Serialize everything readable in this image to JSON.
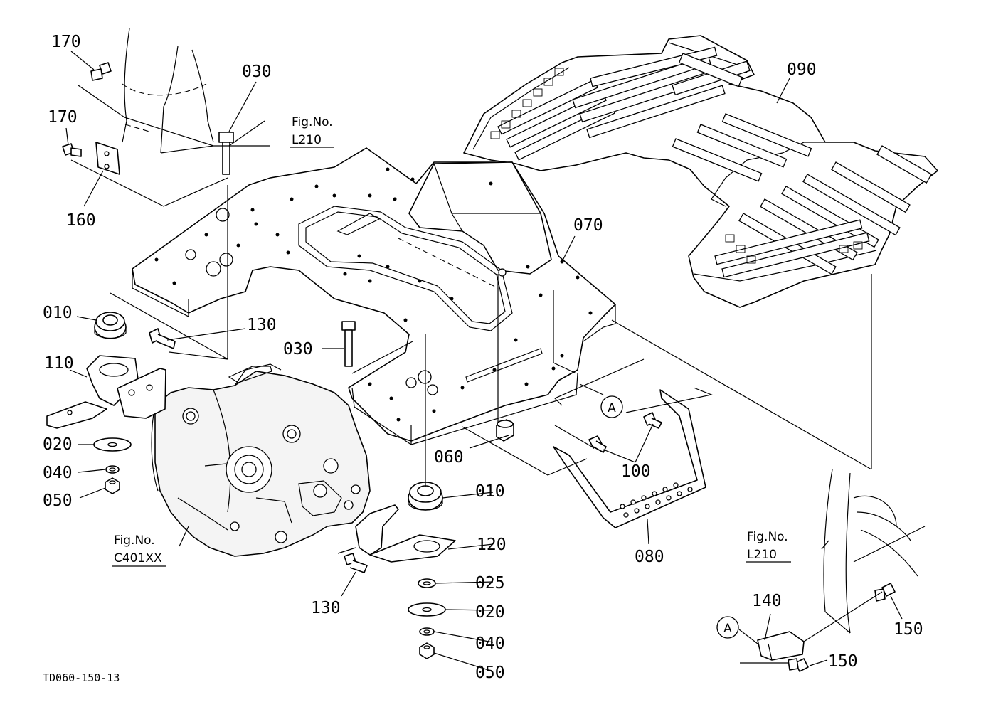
{
  "drawing": {
    "code": "TD060-150-13",
    "fig_ref_heading": "Fig.No.",
    "fig_refs": [
      {
        "id": "fig-ref-top",
        "number": "L210"
      },
      {
        "id": "fig-ref-right",
        "number": "L210"
      },
      {
        "id": "fig-ref-transmission",
        "number": "C401XX"
      }
    ],
    "section_marker": "A",
    "callouts": {
      "c170a": "170",
      "c170b": "170",
      "c160": "160",
      "c030a": "030",
      "c030b": "030",
      "c010a": "010",
      "c010b": "010",
      "c110": "110",
      "c130a": "130",
      "c130b": "130",
      "c020a": "020",
      "c020b": "020",
      "c040a": "040",
      "c040b": "040",
      "c050a": "050",
      "c050b": "050",
      "c060": "060",
      "c070": "070",
      "c080": "080",
      "c090": "090",
      "c100": "100",
      "c120": "120",
      "c025": "025",
      "c140": "140",
      "c150a": "150",
      "c150b": "150"
    }
  }
}
